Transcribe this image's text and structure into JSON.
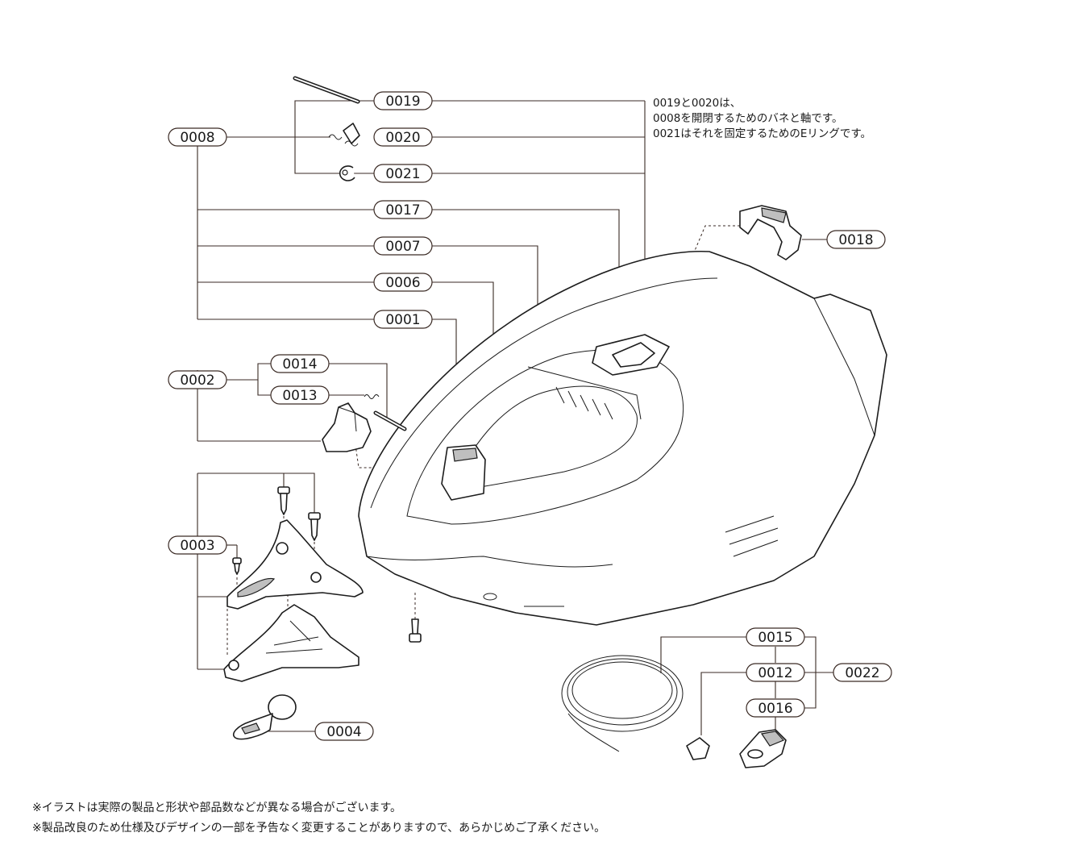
{
  "labels": {
    "p0019": "0019",
    "p0020": "0020",
    "p0021": "0021",
    "p0008": "0008",
    "p0017": "0017",
    "p0007": "0007",
    "p0006": "0006",
    "p0001": "0001",
    "p0014": "0014",
    "p0013": "0013",
    "p0002": "0002",
    "p0003": "0003",
    "p0004": "0004",
    "p0018": "0018",
    "p0015": "0015",
    "p0012": "0012",
    "p0016": "0016",
    "p0022": "0022"
  },
  "note": {
    "line1": "0019と0020は、",
    "line2": "0008を開閉するためのバネと軸です。",
    "line3": "0021はそれを固定するためのEリングです。"
  },
  "footer": {
    "line1": "※イラストは実際の製品と形状や部品数などが異なる場合がございます。",
    "line2": "※製品改良のため仕様及びデザインの一部を予告なく変更することがありますので、あらかじめご了承ください。"
  }
}
